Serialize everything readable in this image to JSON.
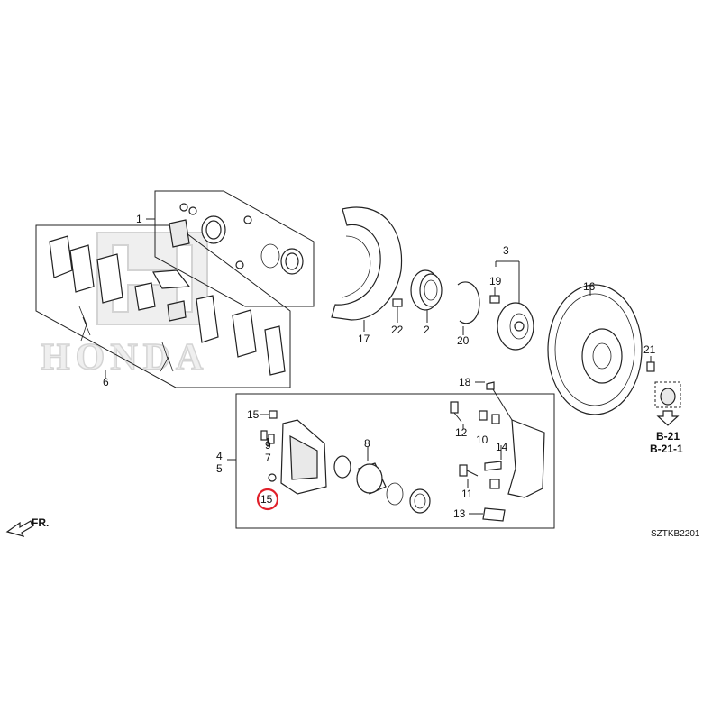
{
  "diagram": {
    "callouts": [
      {
        "id": "c1",
        "text": "1"
      },
      {
        "id": "c2",
        "text": "2"
      },
      {
        "id": "c3",
        "text": "3"
      },
      {
        "id": "c4",
        "text": "4"
      },
      {
        "id": "c5",
        "text": "5"
      },
      {
        "id": "c6",
        "text": "6"
      },
      {
        "id": "c7",
        "text": "7"
      },
      {
        "id": "c8",
        "text": "8"
      },
      {
        "id": "c9",
        "text": "9"
      },
      {
        "id": "c10",
        "text": "10"
      },
      {
        "id": "c11",
        "text": "11"
      },
      {
        "id": "c12",
        "text": "12"
      },
      {
        "id": "c13",
        "text": "13"
      },
      {
        "id": "c14",
        "text": "14"
      },
      {
        "id": "c15a",
        "text": "15"
      },
      {
        "id": "c15b",
        "text": "15"
      },
      {
        "id": "c16",
        "text": "16"
      },
      {
        "id": "c17",
        "text": "17"
      },
      {
        "id": "c18",
        "text": "18"
      },
      {
        "id": "c19",
        "text": "19"
      },
      {
        "id": "c20",
        "text": "20"
      },
      {
        "id": "c21",
        "text": "21"
      },
      {
        "id": "c22",
        "text": "22"
      }
    ],
    "reference_codes": [
      "B-21",
      "B-21-1"
    ],
    "front_indicator": "FR.",
    "diagram_code": "SZTKB2201",
    "watermark": "HONDA",
    "highlighted_callout": "15",
    "highlight_color": "#e0202a"
  }
}
